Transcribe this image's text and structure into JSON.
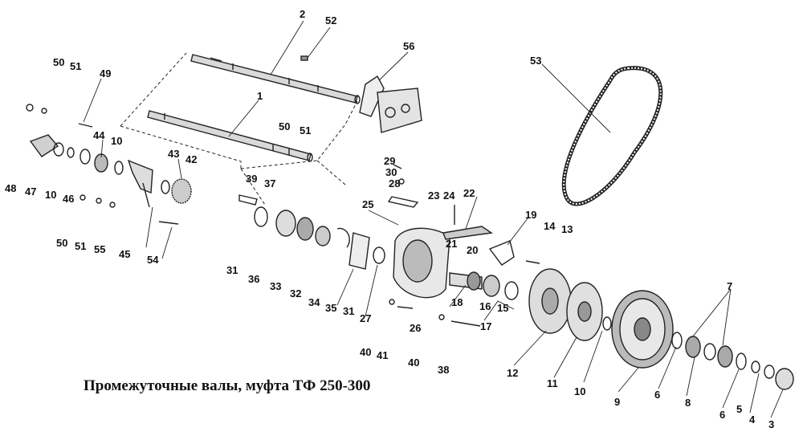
{
  "caption": "Промежуточные валы, муфта ТФ 250-300",
  "labels": [
    {
      "id": "l2",
      "text": "2"
    },
    {
      "id": "l52",
      "text": "52"
    },
    {
      "id": "l56",
      "text": "56"
    },
    {
      "id": "l53",
      "text": "53"
    },
    {
      "id": "l1",
      "text": "1"
    },
    {
      "id": "l50a",
      "text": "50"
    },
    {
      "id": "l51a",
      "text": "51"
    },
    {
      "id": "l49",
      "text": "49"
    },
    {
      "id": "l50b",
      "text": "50"
    },
    {
      "id": "l51b",
      "text": "51"
    },
    {
      "id": "l44",
      "text": "44"
    },
    {
      "id": "l10a",
      "text": "10"
    },
    {
      "id": "l43",
      "text": "43"
    },
    {
      "id": "l42",
      "text": "42"
    },
    {
      "id": "l48",
      "text": "48"
    },
    {
      "id": "l47",
      "text": "47"
    },
    {
      "id": "l10b",
      "text": "10"
    },
    {
      "id": "l46",
      "text": "46"
    },
    {
      "id": "l50c",
      "text": "50"
    },
    {
      "id": "l51c",
      "text": "51"
    },
    {
      "id": "l55",
      "text": "55"
    },
    {
      "id": "l45",
      "text": "45"
    },
    {
      "id": "l54",
      "text": "54"
    },
    {
      "id": "l39",
      "text": "39"
    },
    {
      "id": "l37",
      "text": "37"
    },
    {
      "id": "l29",
      "text": "29"
    },
    {
      "id": "l30",
      "text": "30"
    },
    {
      "id": "l28",
      "text": "28"
    },
    {
      "id": "l25",
      "text": "25"
    },
    {
      "id": "l23",
      "text": "23"
    },
    {
      "id": "l24",
      "text": "24"
    },
    {
      "id": "l22",
      "text": "22"
    },
    {
      "id": "l21",
      "text": "21"
    },
    {
      "id": "l19",
      "text": "19"
    },
    {
      "id": "l14",
      "text": "14"
    },
    {
      "id": "l13",
      "text": "13"
    },
    {
      "id": "l20",
      "text": "20"
    },
    {
      "id": "l31a",
      "text": "31"
    },
    {
      "id": "l36",
      "text": "36"
    },
    {
      "id": "l33",
      "text": "33"
    },
    {
      "id": "l32",
      "text": "32"
    },
    {
      "id": "l34",
      "text": "34"
    },
    {
      "id": "l35",
      "text": "35"
    },
    {
      "id": "l31b",
      "text": "31"
    },
    {
      "id": "l27",
      "text": "27"
    },
    {
      "id": "l18",
      "text": "18"
    },
    {
      "id": "l16",
      "text": "16"
    },
    {
      "id": "l15",
      "text": "15"
    },
    {
      "id": "l17",
      "text": "17"
    },
    {
      "id": "l26",
      "text": "26"
    },
    {
      "id": "l40a",
      "text": "40"
    },
    {
      "id": "l41",
      "text": "41"
    },
    {
      "id": "l40b",
      "text": "40"
    },
    {
      "id": "l38",
      "text": "38"
    },
    {
      "id": "l12",
      "text": "12"
    },
    {
      "id": "l11",
      "text": "11"
    },
    {
      "id": "l10c",
      "text": "10"
    },
    {
      "id": "l9",
      "text": "9"
    },
    {
      "id": "l7",
      "text": "7"
    },
    {
      "id": "l6a",
      "text": "6"
    },
    {
      "id": "l8",
      "text": "8"
    },
    {
      "id": "l6b",
      "text": "6"
    },
    {
      "id": "l5",
      "text": "5"
    },
    {
      "id": "l4",
      "text": "4"
    },
    {
      "id": "l3",
      "text": "3"
    }
  ]
}
